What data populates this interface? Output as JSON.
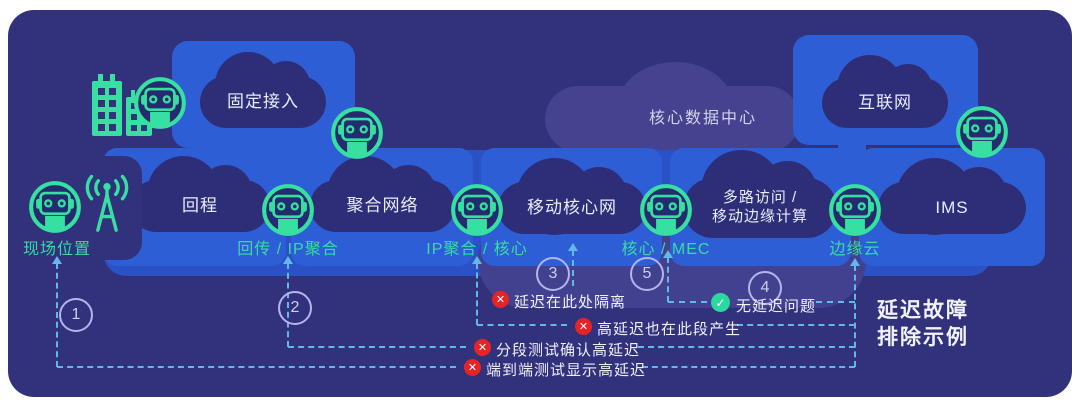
{
  "title": {
    "lines": [
      "延迟故障",
      "排除示例"
    ]
  },
  "core_datacenter_label": "核心数据中心",
  "boxes": {
    "fixed_access": "固定接入",
    "internet": "互联网",
    "backhaul": "回程",
    "aggregation": "聚合网络",
    "mobile_core": "移动核心网",
    "multi_access_line1": "多路访问 /",
    "multi_access_line2": "移动边缘计算",
    "ims": "IMS"
  },
  "junctions": {
    "site": "现场位置",
    "backhaul_ip": "回传 / IP聚合",
    "ip_core": "IP聚合 / 核心",
    "core_mec": "核心 / MEC",
    "edge_cloud": "边缘云"
  },
  "steps": {
    "n1": "1",
    "n2": "2",
    "n3": "3",
    "n4": "4",
    "n5": "5"
  },
  "annotations": {
    "isolated_here": "延迟在此处隔离",
    "no_latency_issue": "无延迟问题",
    "high_latency_here_too": "高延迟也在此段产生",
    "segmented_test_confirms": "分段测试确认高延迟",
    "e2e_test_shows": "端到端测试显示高延迟"
  },
  "icons": {
    "fail_glyph": "✕",
    "ok_glyph": "✓"
  },
  "colors": {
    "panel": "#32317c",
    "box_blue": "#2e5ed6",
    "cloud_navy": "#2e2e78",
    "accent_teal": "#37e0a1",
    "dash_blue": "#64b7ea",
    "fail_red": "#e82326",
    "ok_green": "#2bd8a0",
    "core_cloud_purple": "#454390"
  }
}
